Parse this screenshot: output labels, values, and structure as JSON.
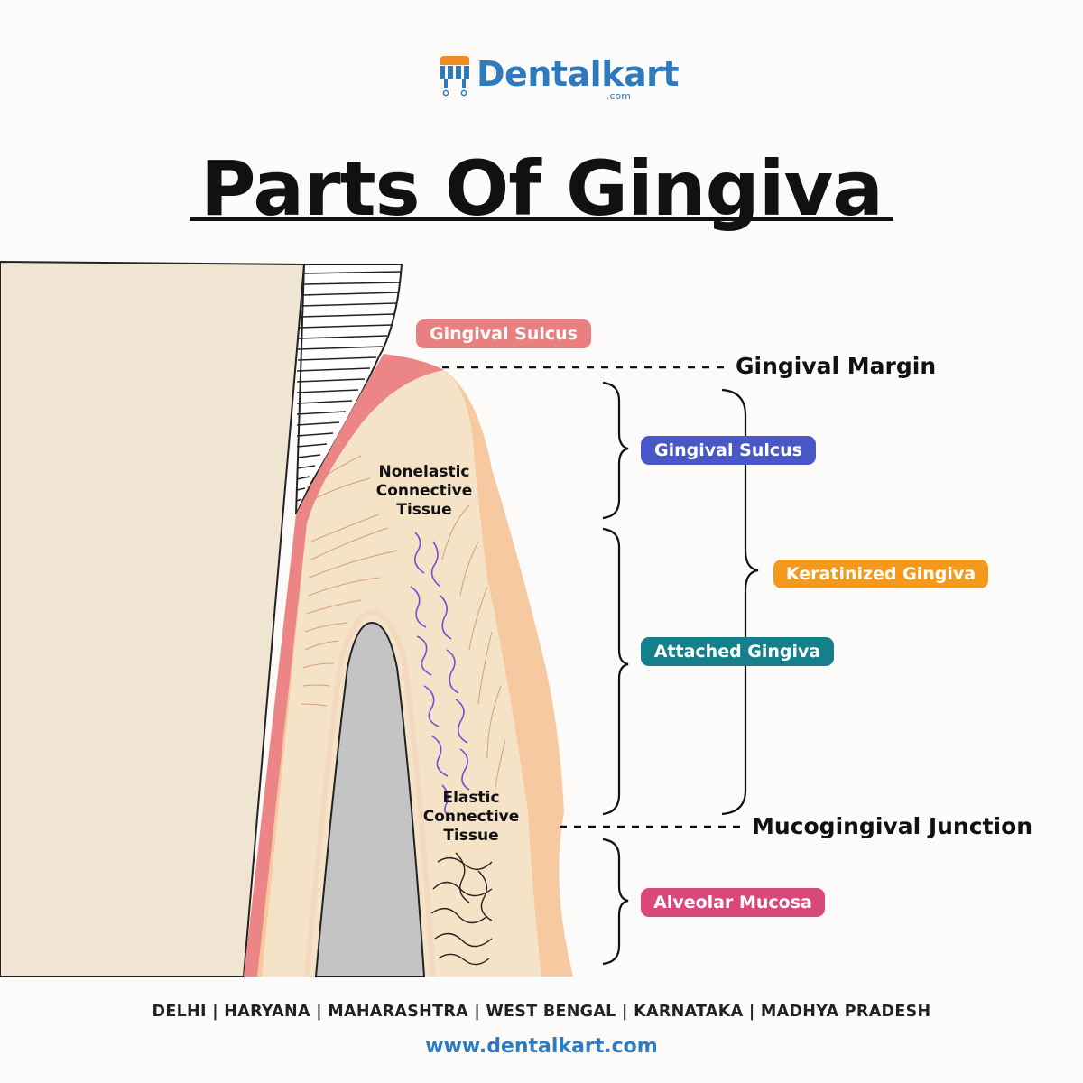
{
  "brand": {
    "name": "Dentalkart",
    "suffix": ".com"
  },
  "title": "Parts Of Gingiva",
  "labels": {
    "gingival_sulcus_top": "Gingival Sulcus",
    "gingival_margin": "Gingival Margin",
    "gingival_sulcus": "Gingival Sulcus",
    "keratinized_gingiva": "Keratinized Gingiva",
    "attached_gingiva": "Attached Gingiva",
    "mucogingival_junction": "Mucogingival Junction",
    "alveolar_mucosa": "Alveolar Mucosa",
    "nonelastic": [
      "Nonelastic",
      "Connective",
      "Tissue"
    ],
    "elastic": [
      "Elastic",
      "Connective",
      "Tissue"
    ]
  },
  "colors": {
    "tooth": "#f0e4d3",
    "gingiva": "#f6c9a0",
    "epithelium": "#ec8585",
    "connective": "#f5e3c8",
    "bone": "#c4c4c4",
    "brand_blue": "#2f79bd",
    "pill_sulcus_top": "#e88080",
    "pill_sulcus": "#4a57c6",
    "pill_keratinized": "#f39a1e",
    "pill_attached": "#157f8c",
    "pill_alveolar": "#d9487a"
  },
  "footer": {
    "states": "DELHI | HARYANA | MAHARASHTRA | WEST BENGAL | KARNATAKA | MADHYA PRADESH",
    "url": "www.dentalkart.com"
  }
}
